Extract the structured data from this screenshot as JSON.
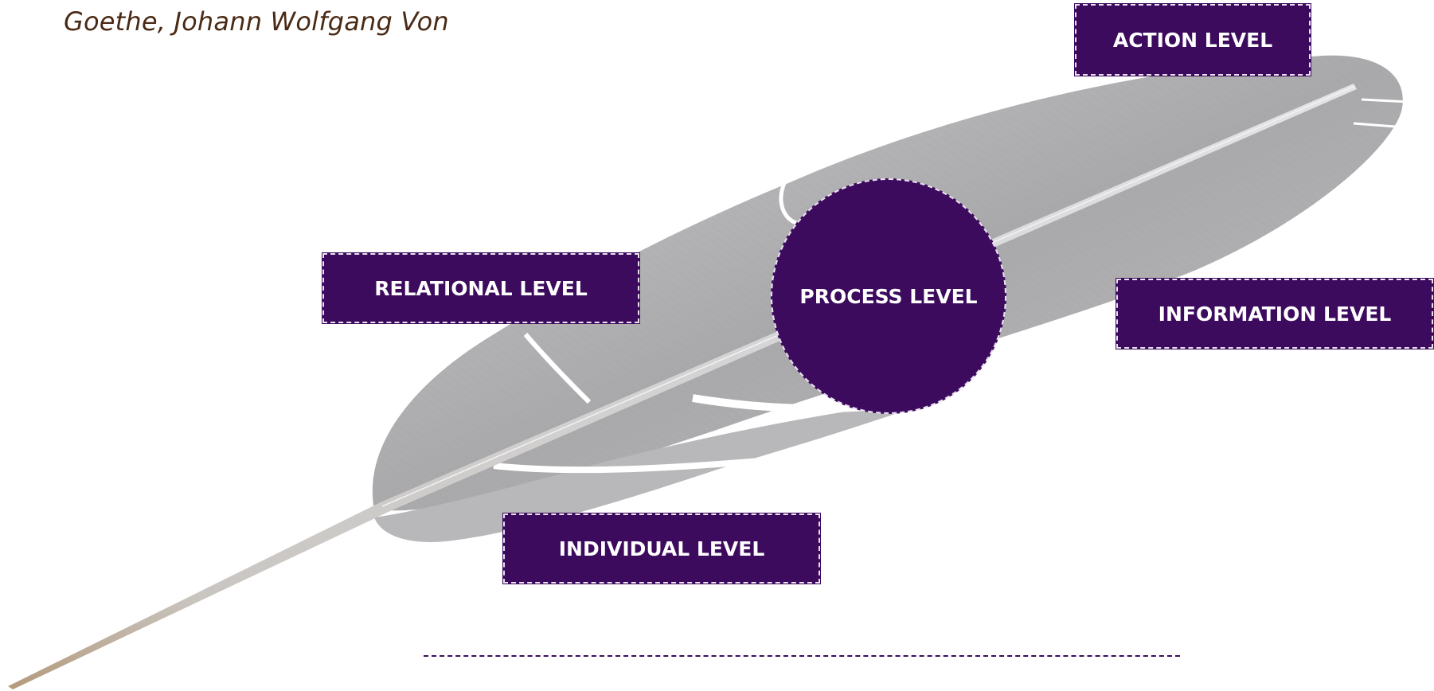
{
  "quote": {
    "fragment": "”",
    "author": "Goethe, Johann Wolfgang Von"
  },
  "diagram": {
    "image": "feather-illustration",
    "levels": {
      "action": "ACTION LEVEL",
      "relational": "RELATIONAL LEVEL",
      "process": "PROCESS LEVEL",
      "information": "INFORMATION LEVEL",
      "individual": "INDIVIDUAL LEVEL"
    }
  },
  "colors": {
    "box_fill": "#3d0b5e",
    "box_text": "#ffffff",
    "author_text": "#4a2a14",
    "feather_gray": "#b3b3b5"
  }
}
